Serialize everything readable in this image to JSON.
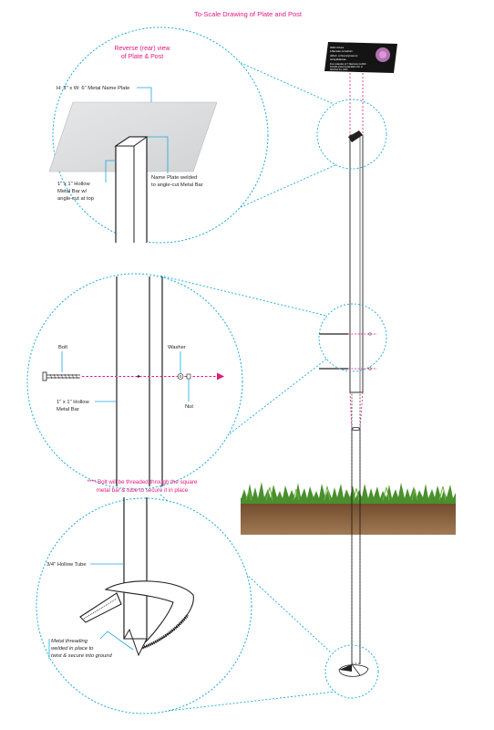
{
  "title": "To-Scale Drawing of Plate and Post",
  "top_detail": {
    "heading_line1": "Reverse (rear) view",
    "heading_line2": "of Plate & Post",
    "plate_label": "H: 3\" x W: 6\" Metal Name Plate",
    "bar_label_line1": "1\" x 1\" Hollow",
    "bar_label_line2": "Metal Bar w/",
    "bar_label_line3": "angle-cut at top",
    "weld_label_line1": "Name Plate welded",
    "weld_label_line2": "to angle-cut Metal Bar"
  },
  "middle_detail": {
    "bolt_label": "Bolt",
    "washer_label": "Washer",
    "nut_label": "Nut",
    "bar_label_line1": "1\" x 1\" Hollow",
    "bar_label_line2": "Metal Bar"
  },
  "note_line1": "**** Bolt will be threaded through the square",
  "note_line2": "metal bar & tube to secure it in place",
  "bottom_detail": {
    "tube_label": "3/4\" Hollow Tube",
    "thread_label_line1": "Metal threading",
    "thread_label_line2": "welded in place to",
    "thread_label_line3": "twist & secure into ground"
  },
  "name_plate": {
    "line1": "Wild chives",
    "line2": "Liliaceae cerealum",
    "line3": "Allium schoenoprasum",
    "line4": "Amaryllidaceae",
    "line5": "From collection of Y. Mazzucco & 2010",
    "line6": "Franklin grows its plantation Oct. et",
    "line7": "Nombres Inc. 2014"
  },
  "colors": {
    "accent": "#e2187c",
    "callout": "#1ba8e0",
    "soil": "#7b5233",
    "grass": "#4a8f2e"
  }
}
